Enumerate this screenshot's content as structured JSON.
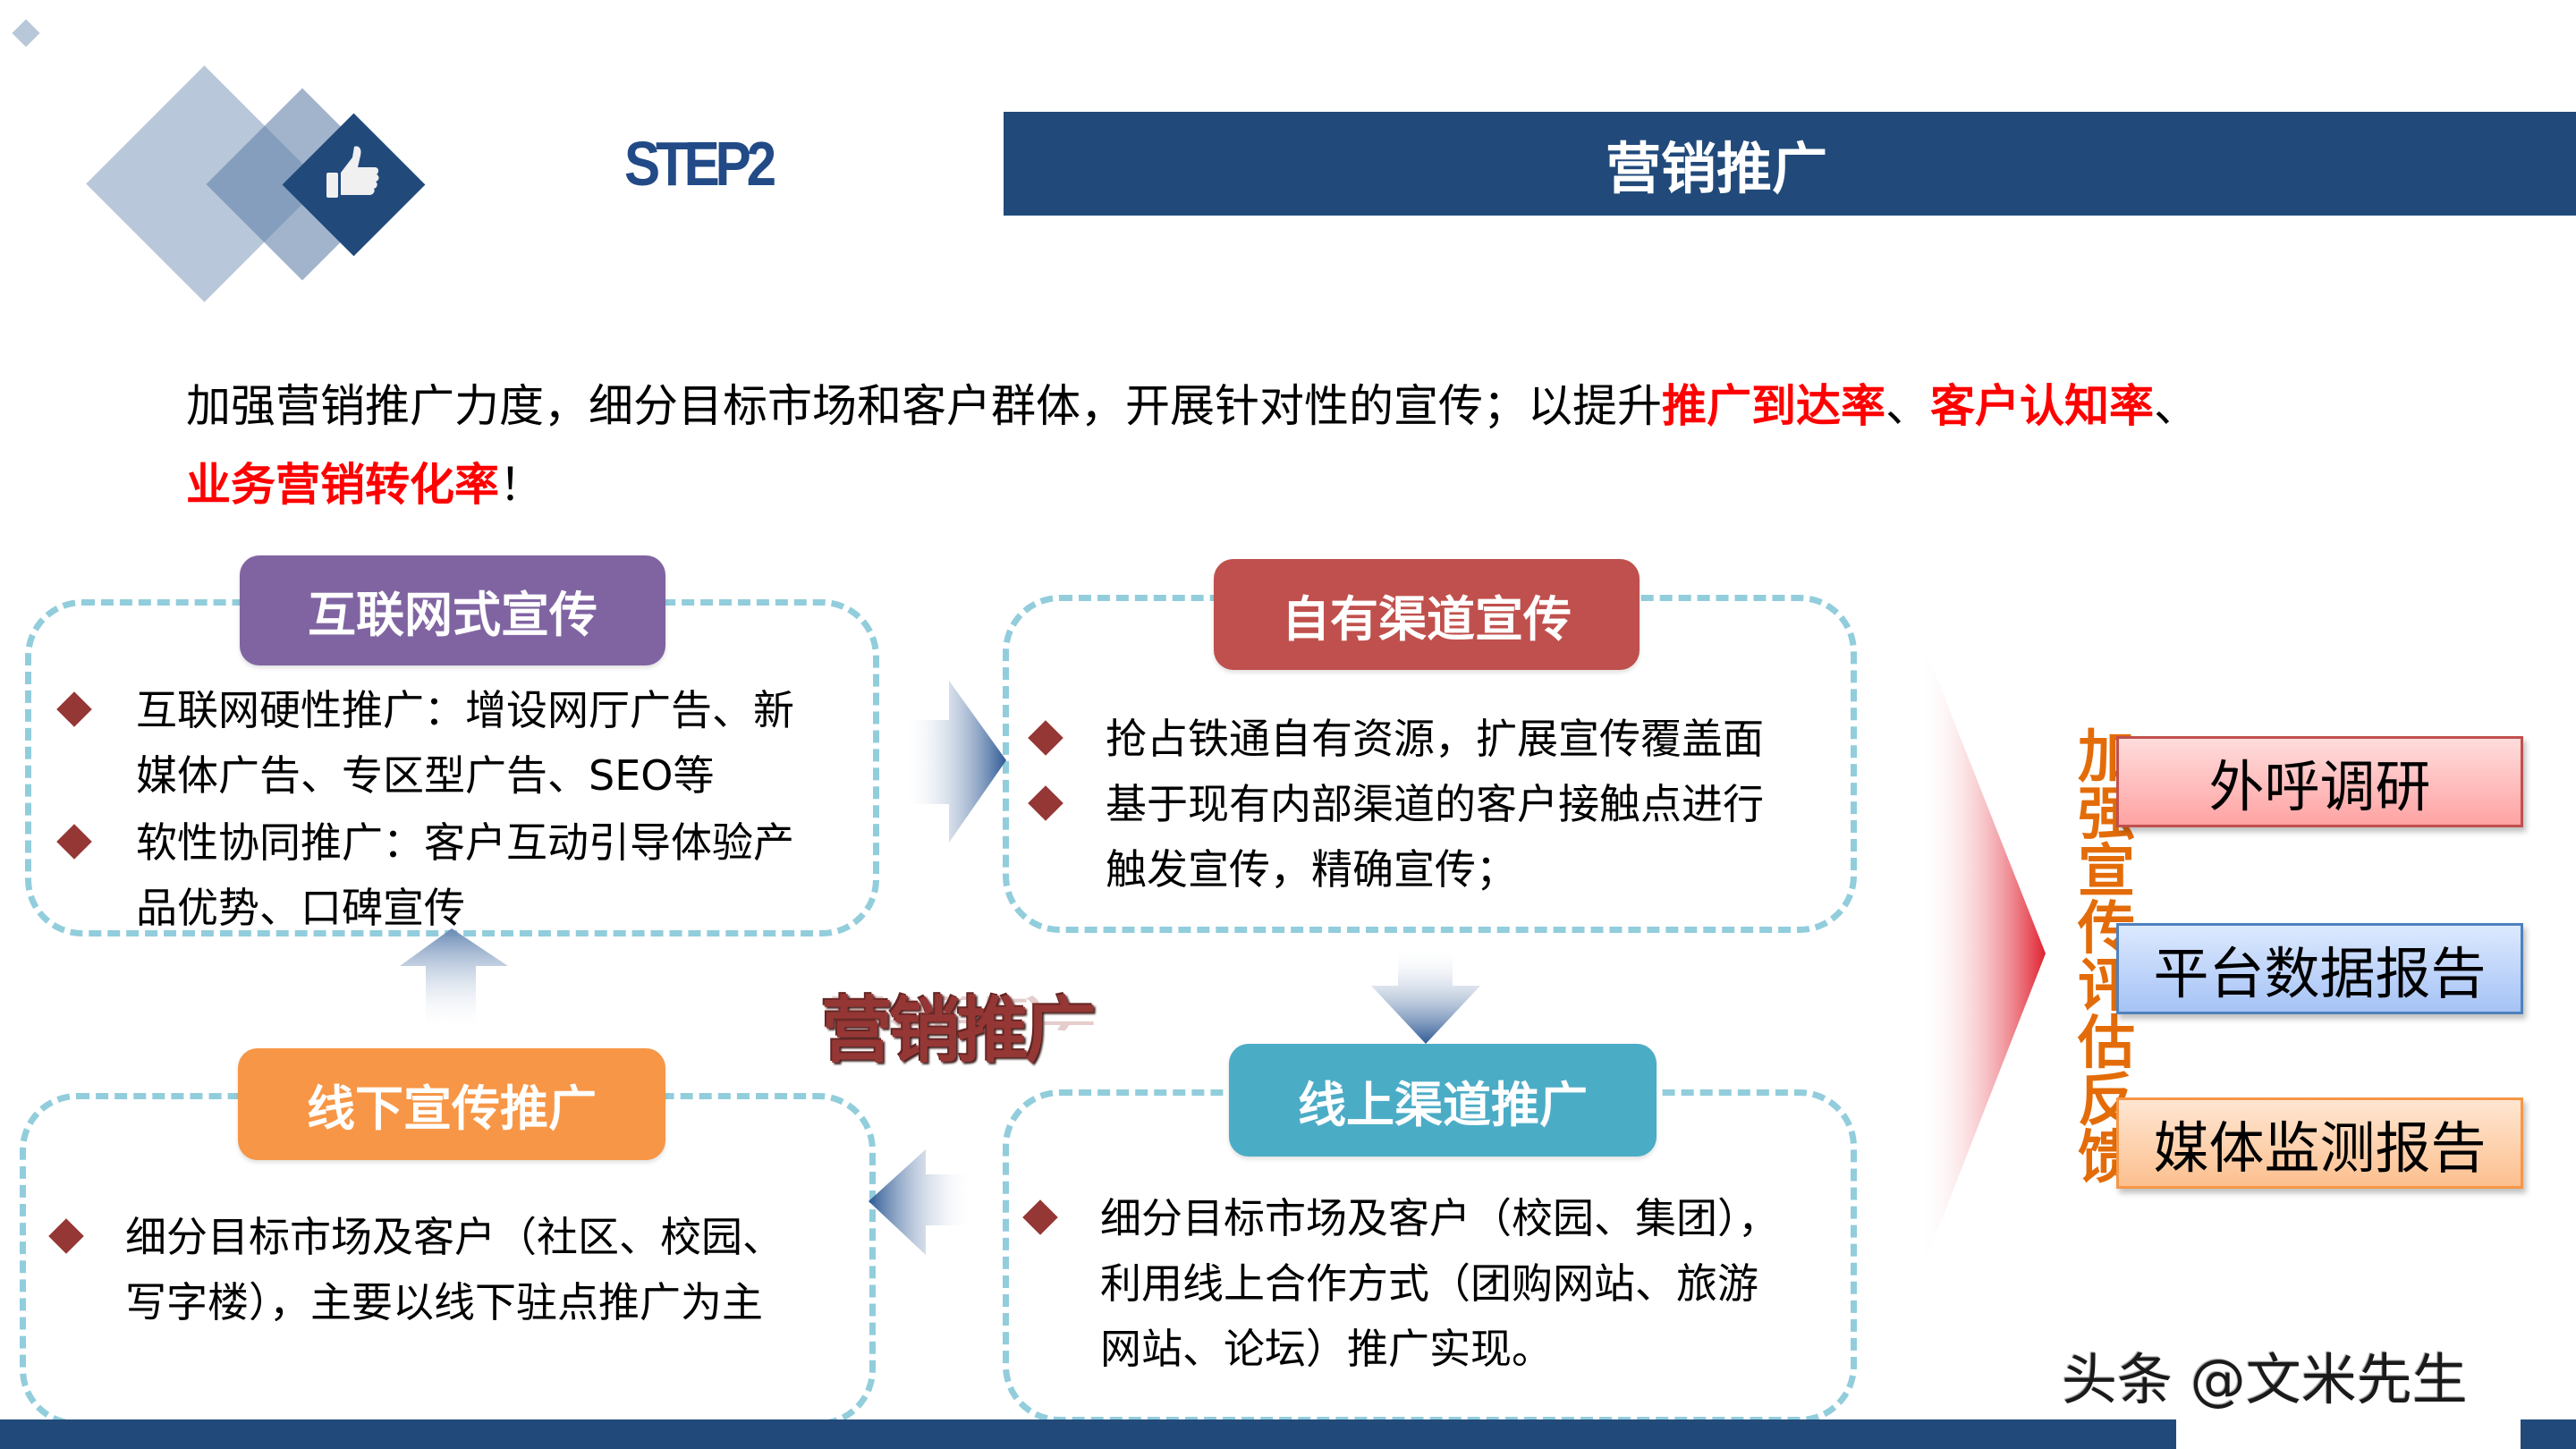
{
  "header": {
    "step_label": "STEP2",
    "title": "营销推广",
    "bar_color": "#214a7b",
    "logo_icon": "thumbs-up-icon"
  },
  "intro": {
    "line1_prefix": "加强营销推广力度，细分目标市场和客户群体，开展针对性的宣传；以提升",
    "highlight1": "推广到达率",
    "sep1": "、",
    "highlight2": "客户认知率",
    "sep2": "、",
    "highlight3": "业务营销转化率",
    "line2_suffix": "！",
    "highlight_color": "#ff0000"
  },
  "cards": [
    {
      "id": "internet",
      "title": "互联网式宣传",
      "color": "#8064a2",
      "lines": [
        {
          "bullet": true,
          "text": "互联网硬性推广：增设网厅广告、新"
        },
        {
          "bullet": false,
          "text": "媒体广告、专区型广告、SEO等"
        },
        {
          "bullet": true,
          "text": "软性协同推广：客户互动引导体验产"
        },
        {
          "bullet": false,
          "text": "品优势、口碑宣传"
        }
      ]
    },
    {
      "id": "own-channel",
      "title": "自有渠道宣传",
      "color": "#c0504d",
      "lines": [
        {
          "bullet": true,
          "text": "抢占铁通自有资源，扩展宣传覆盖面"
        },
        {
          "bullet": true,
          "text": "基于现有内部渠道的客户接触点进行"
        },
        {
          "bullet": false,
          "text": "触发宣传，精确宣传；"
        }
      ]
    },
    {
      "id": "offline",
      "title": "线下宣传推广",
      "color": "#f79646",
      "lines": [
        {
          "bullet": true,
          "text": "细分目标市场及客户（社区、校园、"
        },
        {
          "bullet": false,
          "text": "写字楼），主要以线下驻点推广为主"
        }
      ]
    },
    {
      "id": "online",
      "title": "线上渠道推广",
      "color": "#4bacc6",
      "lines": [
        {
          "bullet": true,
          "text": "细分目标市场及客户（校园、集团），"
        },
        {
          "bullet": false,
          "text": "利用线上合作方式（团购网站、旅游"
        },
        {
          "bullet": false,
          "text": "网站、论坛）推广实现。"
        }
      ]
    }
  ],
  "center_label": "营销推广",
  "feedback": {
    "title": "加强宣传评估反馈",
    "title_color": "#e36c09",
    "items": [
      {
        "label": "外呼调研",
        "border": "#c0504d",
        "top": "#ffdcdc",
        "bottom": "#ffa3a3"
      },
      {
        "label": "平台数据报告",
        "border": "#4f81bd",
        "top": "#dce9ff",
        "bottom": "#a6c3f5"
      },
      {
        "label": "媒体监测报告",
        "border": "#f79646",
        "top": "#ffe6d2",
        "bottom": "#fcc08f"
      }
    ]
  },
  "watermark": "头条 @文米先生",
  "colors": {
    "dash": "#92cddc",
    "bullet": "#953735",
    "arrow_dark": "#2f5a95"
  }
}
